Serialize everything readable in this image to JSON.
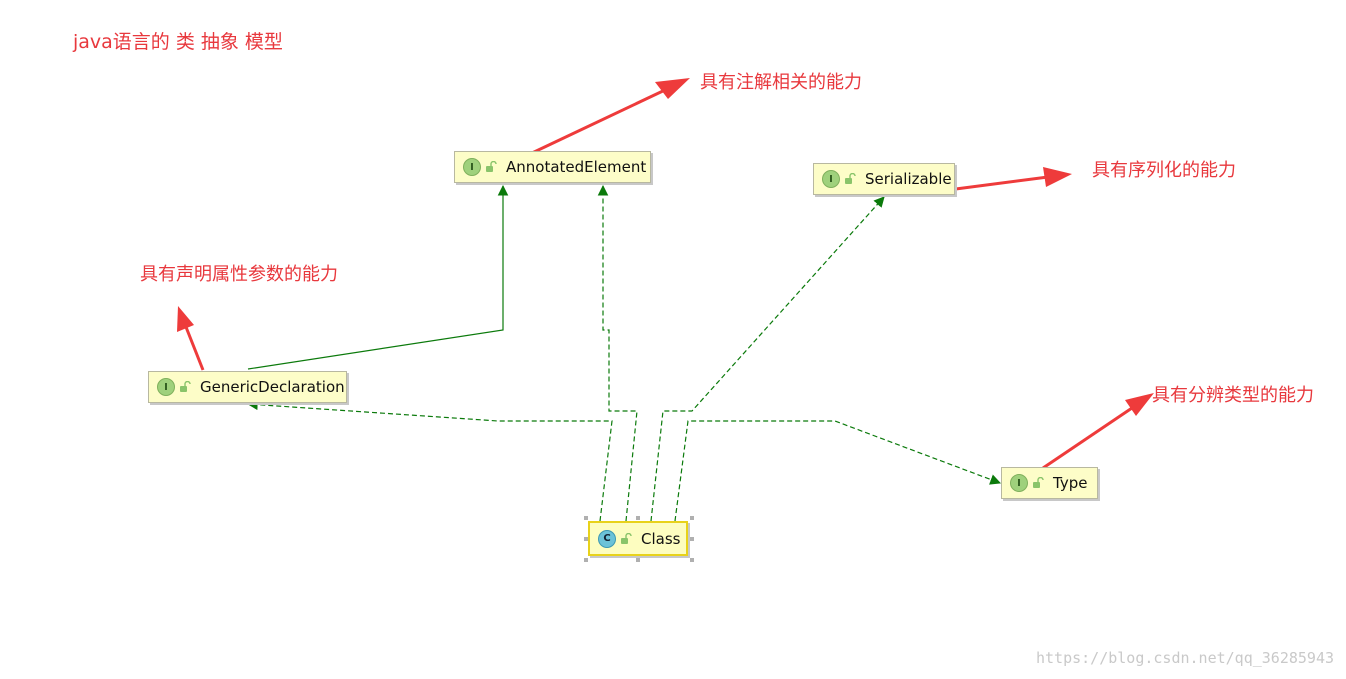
{
  "title": "java语言的 类 抽象 模型",
  "nodes": {
    "annotated_element": {
      "name": "AnnotatedElement",
      "kind": "I"
    },
    "serializable": {
      "name": "Serializable",
      "kind": "I"
    },
    "generic_declaration": {
      "name": "GenericDeclaration",
      "kind": "I"
    },
    "type": {
      "name": "Type",
      "kind": "I"
    },
    "class": {
      "name": "Class",
      "kind": "C"
    }
  },
  "notes": {
    "annotation": "具有注解相关的能力",
    "serialize": "具有序列化的能力",
    "generic": "具有声明属性参数的能力",
    "type": "具有分辨类型的能力"
  },
  "edges": [
    {
      "from": "GenericDeclaration",
      "to": "AnnotatedElement",
      "style": "solid"
    },
    {
      "from": "Class",
      "to": "AnnotatedElement",
      "style": "dashed"
    },
    {
      "from": "Class",
      "to": "Serializable",
      "style": "dashed"
    },
    {
      "from": "Class",
      "to": "GenericDeclaration",
      "style": "dashed"
    },
    {
      "from": "Class",
      "to": "Type",
      "style": "dashed"
    }
  ],
  "colors": {
    "edge": "#0b7a0b",
    "annotation_arrow": "#ee3b3b",
    "node_fill": "#fdfdc8",
    "selected_border": "#e8d21a"
  },
  "watermark": "https://blog.csdn.net/qq_36285943"
}
